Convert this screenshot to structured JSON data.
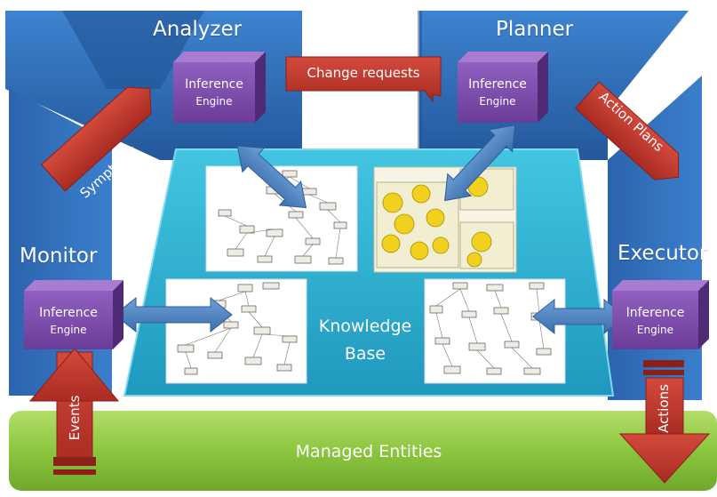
{
  "quadrants": {
    "analyzer": "Analyzer",
    "planner": "Planner",
    "monitor": "Monitor",
    "executor": "Executor"
  },
  "inference_engine": {
    "line1": "Inference",
    "line2": "Engine"
  },
  "knowledge_base": {
    "line1": "Knowledge",
    "line2": "Base"
  },
  "managed_entities": "Managed Entities",
  "flow_labels": {
    "change_requests": "Change requests",
    "symptoms": "Symptoms",
    "action_plans": "Action Plans",
    "events": "Events",
    "actions": "Actions"
  },
  "colors": {
    "quadrant_blue": "#2f6fb8",
    "knowledge_teal": "#2fb4d3",
    "engine_purple": "#7a4aa8",
    "banner_red": "#c0392b",
    "managed_green": "#8cc63f",
    "connector_blue": "#4f84c4"
  }
}
